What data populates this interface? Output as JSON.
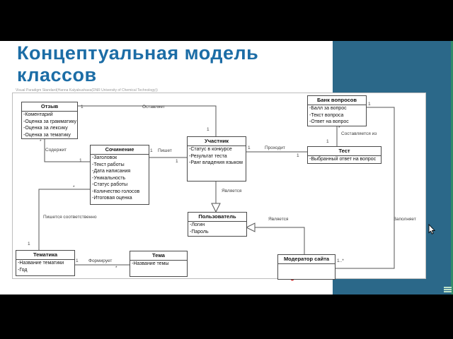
{
  "slide": {
    "title_line1": "Концептуальная модель",
    "title_line2": "классов",
    "watermark": "Visual Paradigm Standard(Hanna Kalyabushava(DNR University of Chemical Technology))"
  },
  "colors": {
    "top_bottom_bars": "#000000",
    "slide_background": "#ffffff",
    "side_panel_teal": "#2b6889",
    "edge_strip_green": "#318a68",
    "title_blue": "#1c6da6",
    "box_border": "#4a4a4a",
    "connector_gray": "#555555",
    "annotation_dot_red": "#cb2727",
    "watermark_gray": "#9a9a9a"
  },
  "diagram": {
    "classes": [
      {
        "name": "Отзыв",
        "attributes": [
          "-Коментарий",
          "-Оценка за грамматику",
          "-Оценка за лексику",
          "-Оценка за тематику"
        ]
      },
      {
        "name": "Сочинение",
        "attributes": [
          "-Заголовок",
          "-Текст работы",
          "-Дата написания",
          "-Уникальность",
          "-Статус работы",
          "-Количество голосов",
          "-Итоговая оценка"
        ]
      },
      {
        "name": "Участник",
        "attributes": [
          "-Статус в конкурсе",
          "-Результат теста",
          "-Ранг владения языком"
        ]
      },
      {
        "name": "Банк вопросов",
        "attributes": [
          "-Балл за вопрос",
          "-Текст вопроса",
          "-Ответ на вопрос"
        ]
      },
      {
        "name": "Тест",
        "attributes": [
          "-Выбранный ответ на вопрос"
        ]
      },
      {
        "name": "Пользователь",
        "attributes": [
          "-Логин",
          "-Пароль"
        ]
      },
      {
        "name": "Модератор сайта",
        "attributes": []
      },
      {
        "name": "Тематика",
        "attributes": [
          "-Название тематики",
          "-Год"
        ]
      },
      {
        "name": "Тема",
        "attributes": [
          "-Название темы"
        ]
      }
    ],
    "labels": [
      {
        "text": "1"
      },
      {
        "text": "Оставляет"
      },
      {
        "text": "1"
      },
      {
        "text": "*"
      },
      {
        "text": "Содержит"
      },
      {
        "text": "1"
      },
      {
        "text": "1"
      },
      {
        "text": "Пишет"
      },
      {
        "text": "1"
      },
      {
        "text": "1"
      },
      {
        "text": "Проходит"
      },
      {
        "text": "1"
      },
      {
        "text": "*"
      },
      {
        "text": "Составляется из"
      },
      {
        "text": "1"
      },
      {
        "text": "1"
      },
      {
        "text": "Заполняет"
      },
      {
        "text": "1..*"
      },
      {
        "text": "Является"
      },
      {
        "text": "Является"
      },
      {
        "text": "Пишется соответственно"
      },
      {
        "text": "1"
      },
      {
        "text": "*"
      },
      {
        "text": "1"
      },
      {
        "text": "Формирует"
      },
      {
        "text": "*"
      }
    ]
  }
}
